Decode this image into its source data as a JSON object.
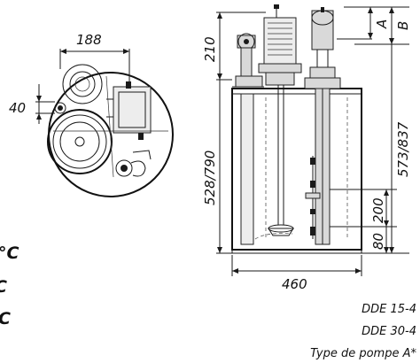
{
  "dimensions": {
    "top_width": "188",
    "top_offset": "40",
    "motor_height": "210",
    "tank_height": "528/790",
    "overall_height": "573/837",
    "bottom_200": "200",
    "bottom_80": "80",
    "base_width": "460",
    "label_a": "A",
    "label_b": "B"
  },
  "cut_off_units": [
    "°C",
    "C",
    "C"
  ],
  "legend": {
    "line1": "DDE 15-4",
    "line2": "DDE 30-4",
    "line3": "Type de pompe A*"
  },
  "colors": {
    "line": "#1a1a1a",
    "fill_grey": "#d9d9d9"
  }
}
